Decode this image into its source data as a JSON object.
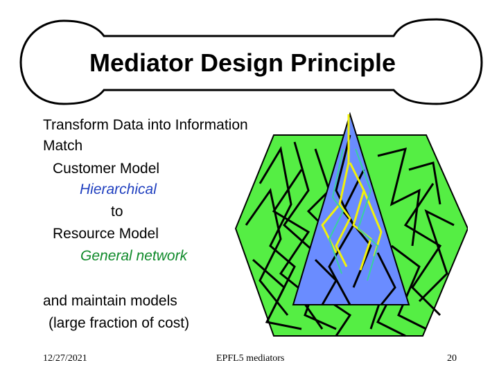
{
  "title": "Mediator Design Principle",
  "body": {
    "line1": "Transform Data into Information",
    "line2": "Match",
    "line3": "Customer Model",
    "line4": "Hierarchical",
    "line5": "to",
    "line6": "Resource Model",
    "line7": "General network",
    "line8": "and maintain models",
    "line9": "(large fraction of cost)"
  },
  "footer": {
    "date": "12/27/2021",
    "center": "EPFL5 mediators",
    "page": "20"
  },
  "colors": {
    "hexagon": "#55ee44",
    "triangle": "#6a8cff",
    "network_lines": "#000000",
    "hierarchy_lines": "#f2f20a",
    "hierarchical_text": "#1f3fbf",
    "general_network_text": "#0f8a2a"
  }
}
